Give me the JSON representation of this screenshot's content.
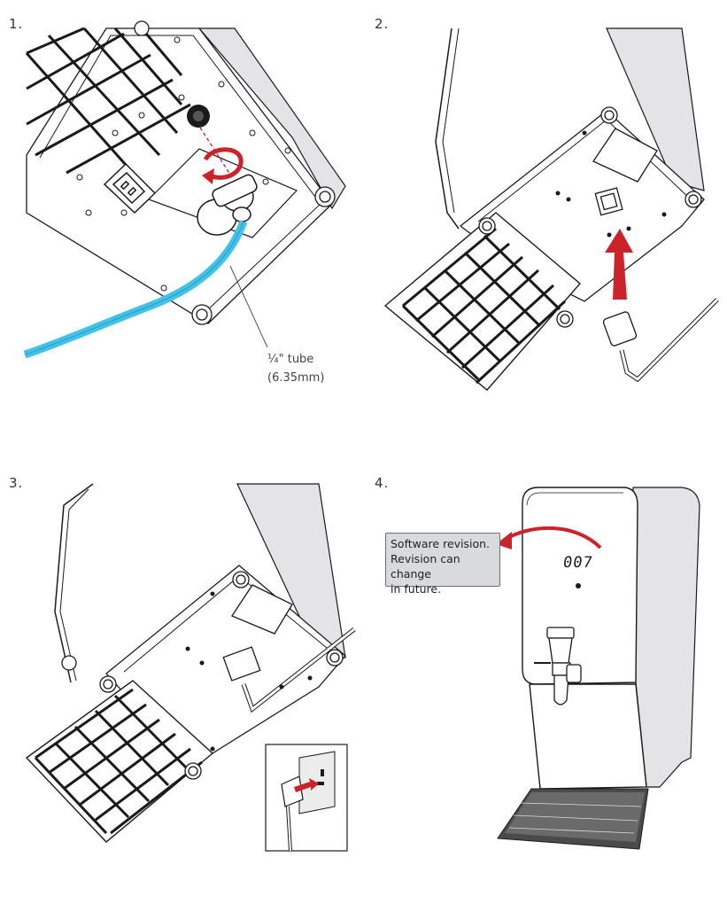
{
  "steps": [
    {
      "number": "1.",
      "callout_fraction": "¼",
      "callout_line1_rest": "\" tube",
      "callout_line2": "(6.35mm)"
    },
    {
      "number": "2."
    },
    {
      "number": "3."
    },
    {
      "number": "4.",
      "tooltip_lines": [
        "Software revision.",
        "Revision can change",
        "in future."
      ],
      "display_text": "007"
    }
  ],
  "colors": {
    "tube": "#3fc3ea",
    "arrow_red": "#cc2229",
    "panel_grey": "#e4e4e6",
    "line": "#1a1a1a"
  },
  "icons": [
    "rotate-arrow-icon",
    "up-arrow-icon",
    "plug-insert-arrow-icon",
    "pointer-arrow-icon"
  ]
}
